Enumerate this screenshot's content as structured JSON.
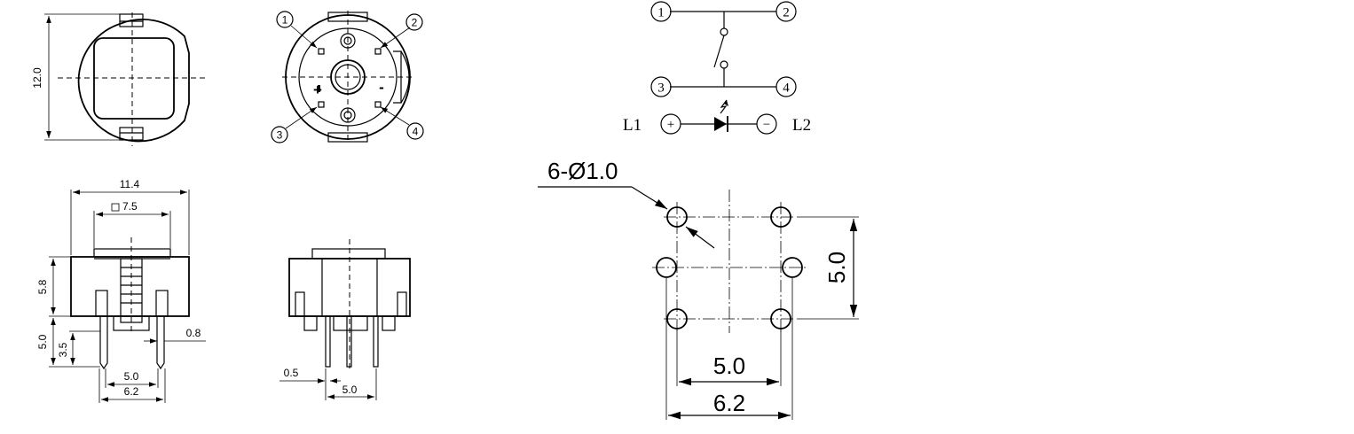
{
  "dimensions": {
    "top_view_height": "12.0",
    "body_width": "11.4",
    "cap_square": "7.5",
    "body_height": "5.8",
    "pin_length": "5.0",
    "pin_visible": "3.5",
    "pin_width": "0.8",
    "pin_pitch_small": "5.0",
    "pin_pitch_large": "6.2",
    "side_pin_width": "0.5",
    "side_pin_pitch": "5.0"
  },
  "pin_numbers": [
    "1",
    "2",
    "3",
    "4"
  ],
  "polarity": {
    "plus": "+",
    "minus": "-"
  },
  "circuit": {
    "led_left_label": "L1",
    "led_right_label": "L2",
    "plus_symbol": "+",
    "minus_symbol": "−"
  },
  "footprint": {
    "hole_spec": "6-Ø1.0",
    "vertical_pitch": "5.0",
    "inner_pitch": "5.0",
    "outer_pitch": "6.2"
  }
}
